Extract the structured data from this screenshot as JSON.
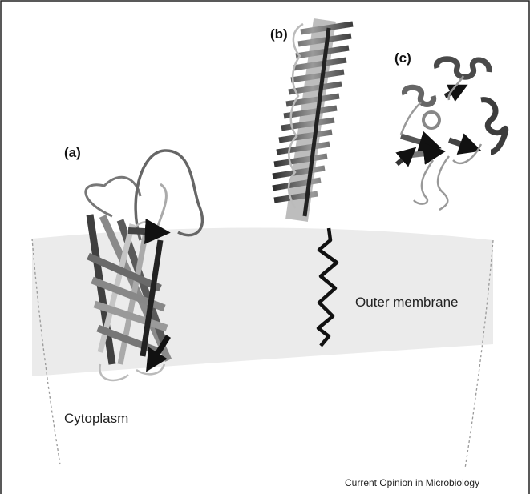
{
  "labels": {
    "panel_a": "(a)",
    "panel_b": "(b)",
    "panel_c": "(c)",
    "outer_membrane": "Outer membrane",
    "cytoplasm": "Cytoplasm",
    "credit": "Current Opinion in Microbiology"
  },
  "colors": {
    "membrane": "#ebebeb",
    "frame": "#222222",
    "strand_dark": "#1a1a1a",
    "strand_mid": "#7d7d7d",
    "strand_light": "#bdbdbd"
  }
}
